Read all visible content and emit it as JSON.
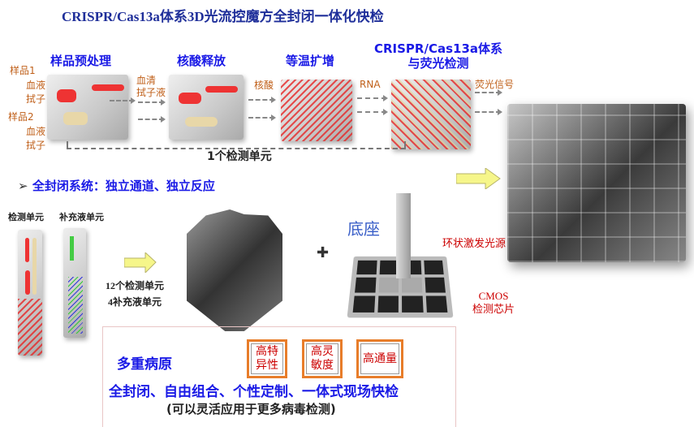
{
  "title": "CRISPR/Cas13a体系3D光流控魔方全封闭一体化快检",
  "steps": [
    "样品预处理",
    "核酸释放",
    "等温扩增",
    "CRISPR/Cas13a体系",
    "与荧光检测"
  ],
  "labels": {
    "sample1": "样品1",
    "sample2": "样品2",
    "blood": "血液",
    "swab": "拭子",
    "serum1": "血清",
    "serum2": "拭子液",
    "nucleic": "核酸",
    "rna": "RNA",
    "fluor": "荧光信号",
    "unit": "1个检测单元"
  },
  "section": {
    "bullet": "➢",
    "text": "全封闭系统：独立通道、独立反应"
  },
  "units": {
    "detect": "检测单元",
    "supply": "补充液单元",
    "count1": "12个检测单元",
    "count2": "4补充液单元"
  },
  "base": {
    "label": "底座",
    "light": "环状激发光源",
    "cmos1": "CMOS",
    "cmos2": "检测芯片",
    "plus": "✚"
  },
  "features": {
    "multi": "多重病原",
    "b1a": "高特",
    "b1b": "异性",
    "b2a": "高灵",
    "b2b": "敏度",
    "b3": "高通量",
    "line1": "全封闭、自由组合、个性定制、一体式现场快检",
    "line2": "(可以灵活应用于更多病毒检测)"
  }
}
